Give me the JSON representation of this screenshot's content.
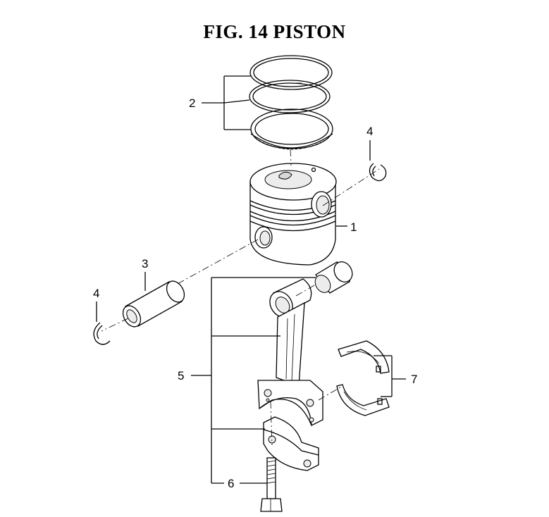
{
  "figure": {
    "title": "FIG. 14  PISTON"
  },
  "callouts": {
    "c1": "1",
    "c2": "2",
    "c3": "3",
    "c4a": "4",
    "c4b": "4",
    "c5": "5",
    "c6": "6",
    "c7": "7"
  }
}
